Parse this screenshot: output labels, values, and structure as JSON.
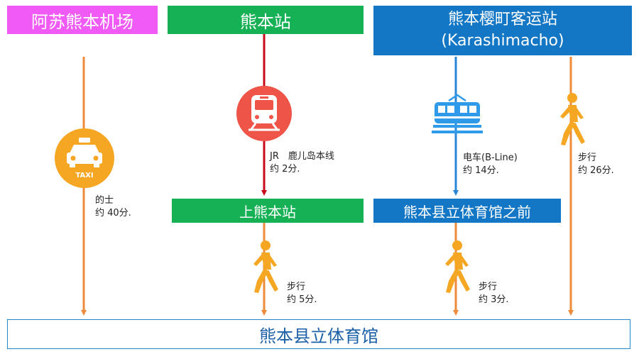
{
  "origins": {
    "airport": "阿苏熊本机场",
    "kumamoto_station": "熊本站",
    "karashimacho_line1": "熊本樱町客运站",
    "karashimacho_line2": "(Karashimacho)"
  },
  "transfers": {
    "kami_kumamoto": "上熊本站",
    "prefectural_gym_mae": "熊本县立体育馆之前"
  },
  "destination": "熊本县立体育馆",
  "routes": {
    "taxi": {
      "icon_text": "TAXI",
      "line1": "的士",
      "line2": "约 40分."
    },
    "jr": {
      "line1": "JR　鹿儿岛本线",
      "line2": "约 2分."
    },
    "walk_kami": {
      "line1": "步行",
      "line2": "约 5分."
    },
    "tram": {
      "line1": "电车(B-Line)",
      "line2": "约 14分."
    },
    "walk_pref": {
      "line1": "步行",
      "line2": "约 3分."
    },
    "walk_direct": {
      "line1": "步行",
      "line2": "约 26分."
    }
  },
  "colors": {
    "airport": "#f15bf5",
    "green": "#17b155",
    "blue": "#1377c6",
    "orange_line": "#ee8b3a",
    "red_line": "#c80b1c",
    "blue_line": "#2a86d6",
    "taxi_circle": "#f5a623",
    "train_circle": "#ee5548",
    "tram_blue": "#2f9be8",
    "walker": "#f5a623"
  },
  "icons": [
    "taxi-icon",
    "train-icon",
    "tram-icon",
    "walking-person-icon"
  ]
}
